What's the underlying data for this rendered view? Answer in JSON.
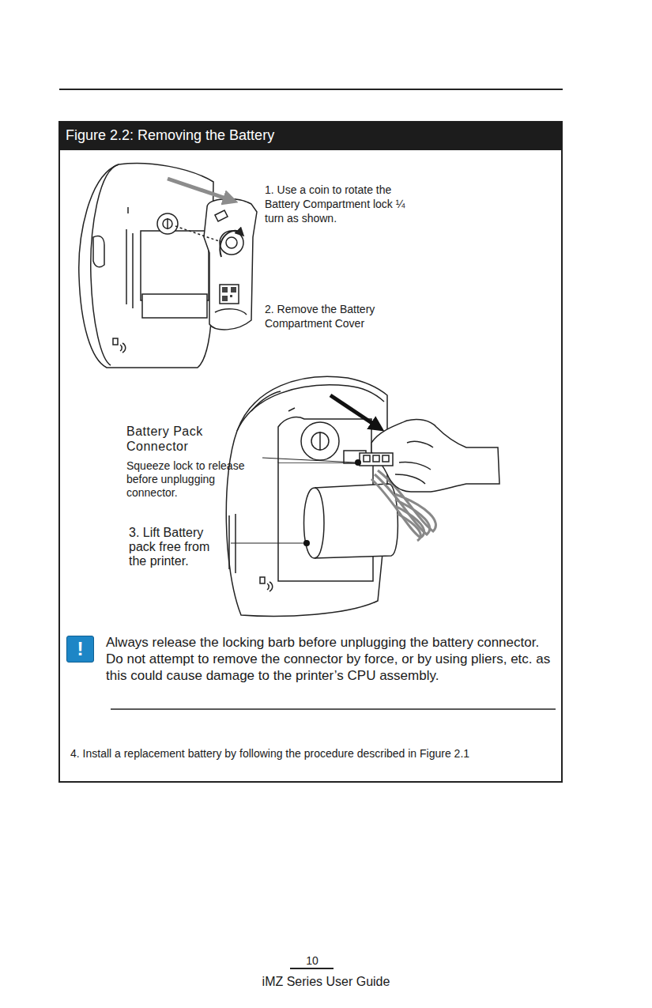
{
  "diagram": {
    "title": "Figure 2.2: Removing the Battery",
    "nodes": [
      {
        "text": [
          "!"
        ]
      }
    ],
    "labels": [
      "1. Use a coin to rotate the Battery Compartment lock ¼ turn as shown.",
      "2. Remove the Battery Compartment Cover",
      "Battery Pack Connector",
      "Squeeze lock to release before unplugging connector.",
      "3. Lift Battery pack free from the printer.",
      "Always release the locking barb before unplugging the battery connector. Do not attempt to remove the connector by force, or by using pliers, etc. as this could cause damage to the printer’s CPU assembly.",
      "4. Install a replacement battery by following the procedure described in Figure 2.1",
      "10",
      "iMZ Series User Guide"
    ]
  }
}
